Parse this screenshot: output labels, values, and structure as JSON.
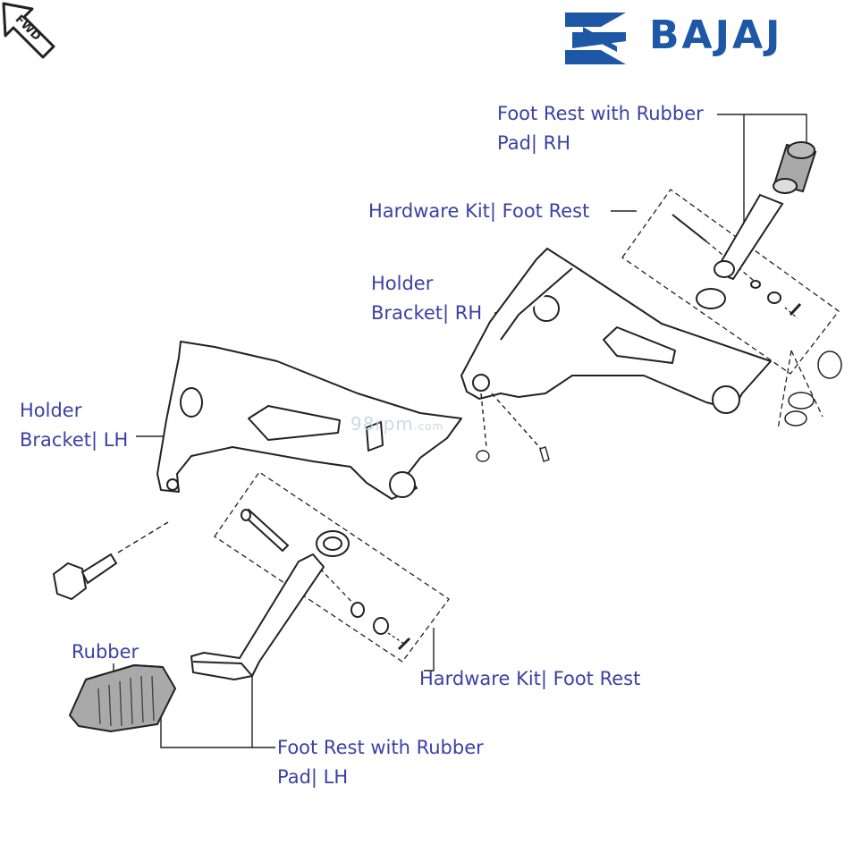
{
  "brand": {
    "name": "BAJAJ",
    "color": "#1d57a5"
  },
  "orientation": {
    "text": "FWD",
    "icon": "arrow-up-left-icon"
  },
  "watermark": {
    "main": "98rpm",
    "suffix": ".com"
  },
  "labels": {
    "foot_rest_rh": [
      "Foot Rest with Rubber",
      "Pad| RH"
    ],
    "hardware_kit_rh": "Hardware Kit| Foot Rest",
    "holder_bracket_rh": [
      "Holder",
      "Bracket| RH"
    ],
    "holder_bracket_lh": [
      "Holder",
      "Bracket| LH"
    ],
    "rubber": "Rubber",
    "hardware_kit_lh": "Hardware Kit| Foot Rest",
    "foot_rest_lh": [
      "Foot Rest with Rubber",
      "Pad| LH"
    ]
  },
  "colors": {
    "label_text": "#3b41a4",
    "line_art": "#222222",
    "rubber_fill": "#a9a9a9"
  }
}
